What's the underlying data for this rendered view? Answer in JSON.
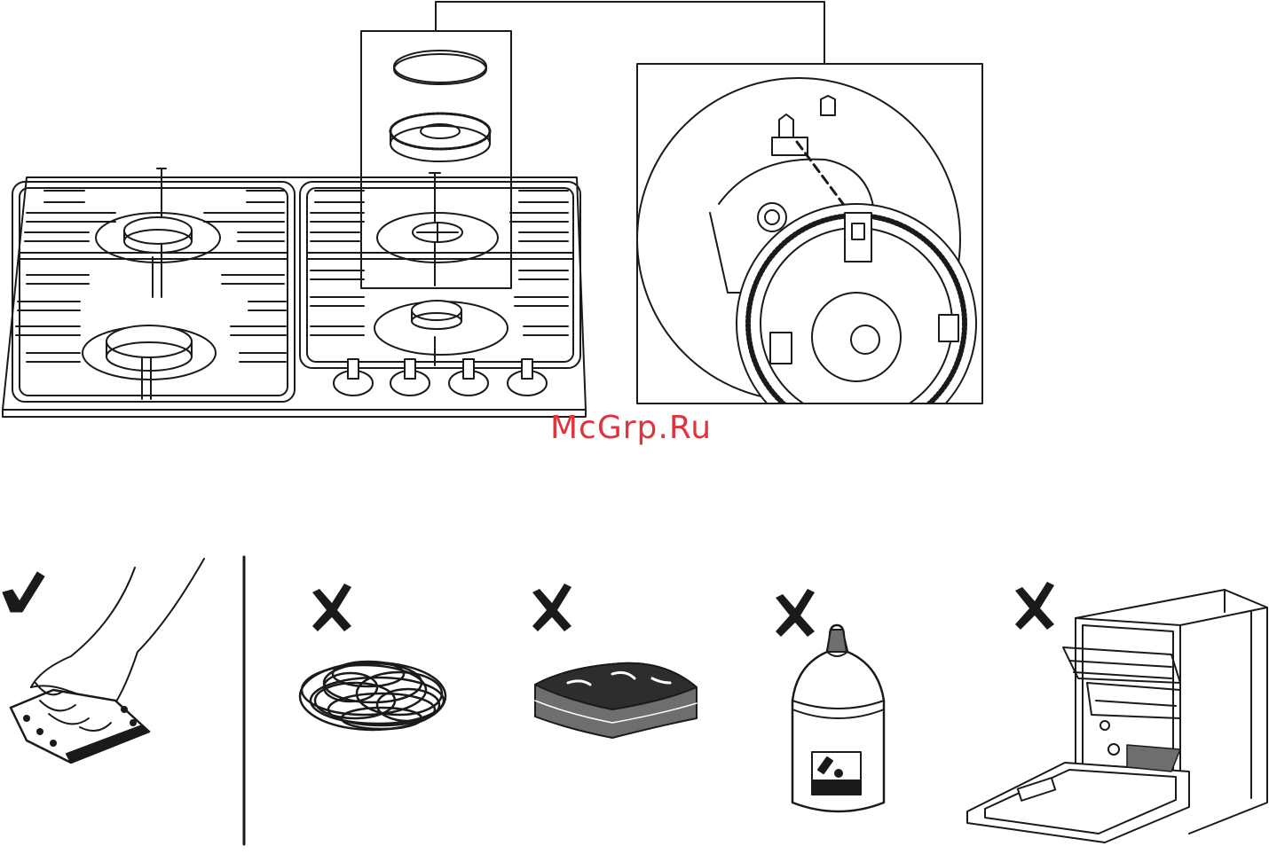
{
  "watermark": {
    "text": "McGrp.Ru",
    "color": "#e0343c"
  },
  "colors": {
    "ink": "#1a1a1a",
    "light": "#ffffff",
    "dark_fill": "#2d2d2d",
    "grey_fill": "#6e6e6e"
  },
  "illustrations": {
    "hob": {
      "icon": "gas-hob-icon",
      "burners": 4,
      "knobs": 4
    },
    "detail_exploded": {
      "icon": "burner-cap-exploded-icon"
    },
    "detail_zoom": {
      "icon": "burner-alignment-icon"
    }
  },
  "cleaning_guide": [
    {
      "id": "sponge",
      "icon": "sponge-hand-icon",
      "mark": "check-mark-icon",
      "allowed": true
    },
    {
      "id": "steel-wool",
      "icon": "steel-wool-icon",
      "mark": "cross-mark-icon",
      "allowed": false
    },
    {
      "id": "abrasive-sponge",
      "icon": "abrasive-sponge-icon",
      "mark": "cross-mark-icon",
      "allowed": false
    },
    {
      "id": "corrosive-chemical",
      "icon": "chemical-bottle-icon",
      "mark": "cross-mark-icon",
      "allowed": false
    },
    {
      "id": "dishwasher",
      "icon": "dishwasher-icon",
      "mark": "cross-mark-icon",
      "allowed": false
    }
  ]
}
